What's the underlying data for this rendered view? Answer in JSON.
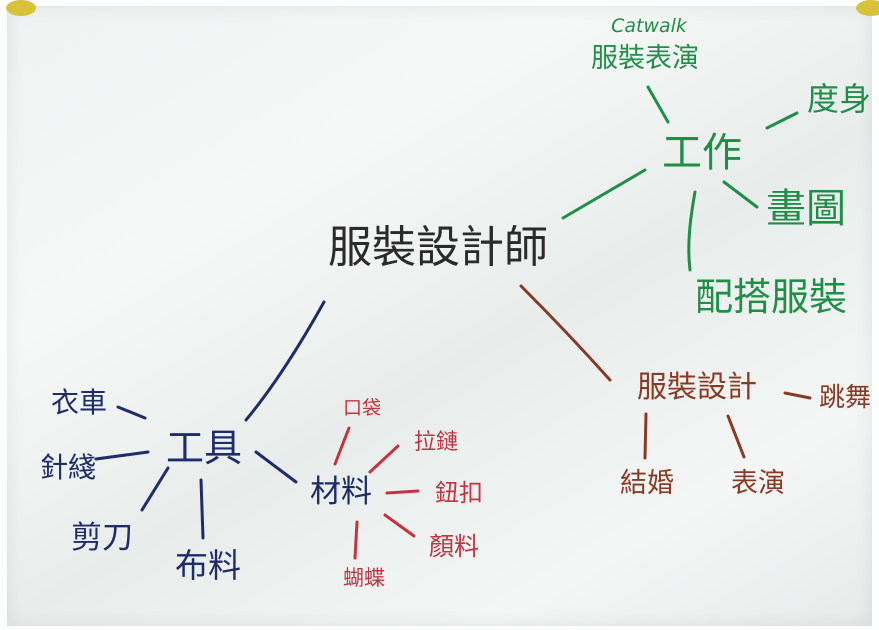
{
  "colors": {
    "black": "#2b2b2b",
    "green": "#1f8f47",
    "blue": "#1e2c6b",
    "red": "#c63340",
    "brown": "#8a3a22"
  },
  "nodes": {
    "center": "服裝設計師",
    "work": "工作",
    "catwalk": "Catwalk",
    "fashion_show": "服裝表演",
    "measure": "度身",
    "drawing": "畫圖",
    "matching": "配搭服裝",
    "tools": "工具",
    "sewing_machine": "衣車",
    "needle_thread": "針綫",
    "scissors": "剪刀",
    "fabric": "布料",
    "materials": "材料",
    "pocket": "口袋",
    "zipper": "拉鏈",
    "button": "鈕扣",
    "pigment": "顏料",
    "bowtie": "蝴蝶",
    "design": "服裝設計",
    "dance": "跳舞",
    "wedding": "結婚",
    "performance": "表演"
  }
}
